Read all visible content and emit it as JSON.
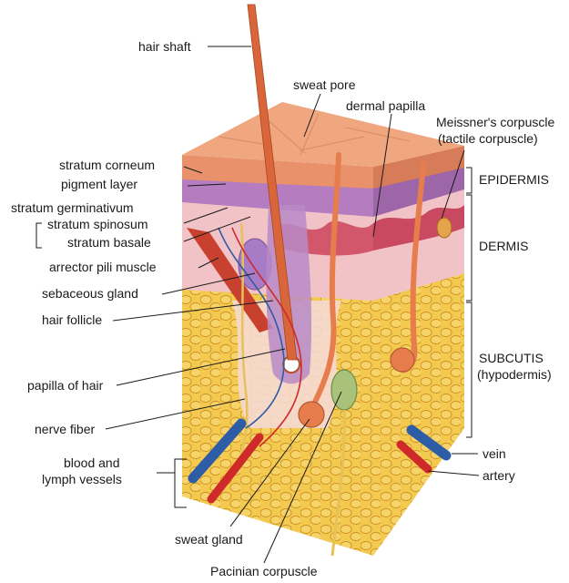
{
  "labels": {
    "hair_shaft": "hair shaft",
    "sweat_pore": "sweat pore",
    "dermal_papilla": "dermal papilla",
    "meissners_corpuscle": "Meissner's corpuscle",
    "tactile_corpuscle": "(tactile corpuscle)",
    "stratum_corneum": "stratum corneum",
    "pigment_layer": "pigment layer",
    "stratum_germinativum": "stratum germinativum",
    "stratum_spinosum": "stratum spinosum",
    "stratum_basale": "stratum basale",
    "arrector_pili_muscle": "arrector pili muscle",
    "sebaceous_gland": "sebaceous gland",
    "hair_follicle": "hair follicle",
    "papilla_of_hair": "papilla of hair",
    "nerve_fiber": "nerve fiber",
    "blood_and": "blood and",
    "lymph_vessels": "lymph vessels",
    "sweat_gland": "sweat gland",
    "pacinian_corpuscle": "Pacinian corpuscle",
    "epidermis": "EPIDERMIS",
    "dermis": "DERMIS",
    "subcutis": "SUBCUTIS",
    "hypodermis": "(hypodermis)",
    "vein": "vein",
    "artery": "artery"
  },
  "colors": {
    "skin_surface": "#f0a67e",
    "skin_side": "#e8916a",
    "epidermis_purple": "#b57cc0",
    "dermis_pink": "#f2c3c6",
    "dermis_red": "#d2576b",
    "fat_yellow": "#f4c94f",
    "fat_outline": "#c98f1f",
    "hair": "#d9663a",
    "sweat_tube": "#e77d4c",
    "vein_blue": "#2e5da8",
    "artery_red": "#cf2a2a",
    "nerve": "#e6c15a",
    "pacinian": "#a8c27a"
  }
}
